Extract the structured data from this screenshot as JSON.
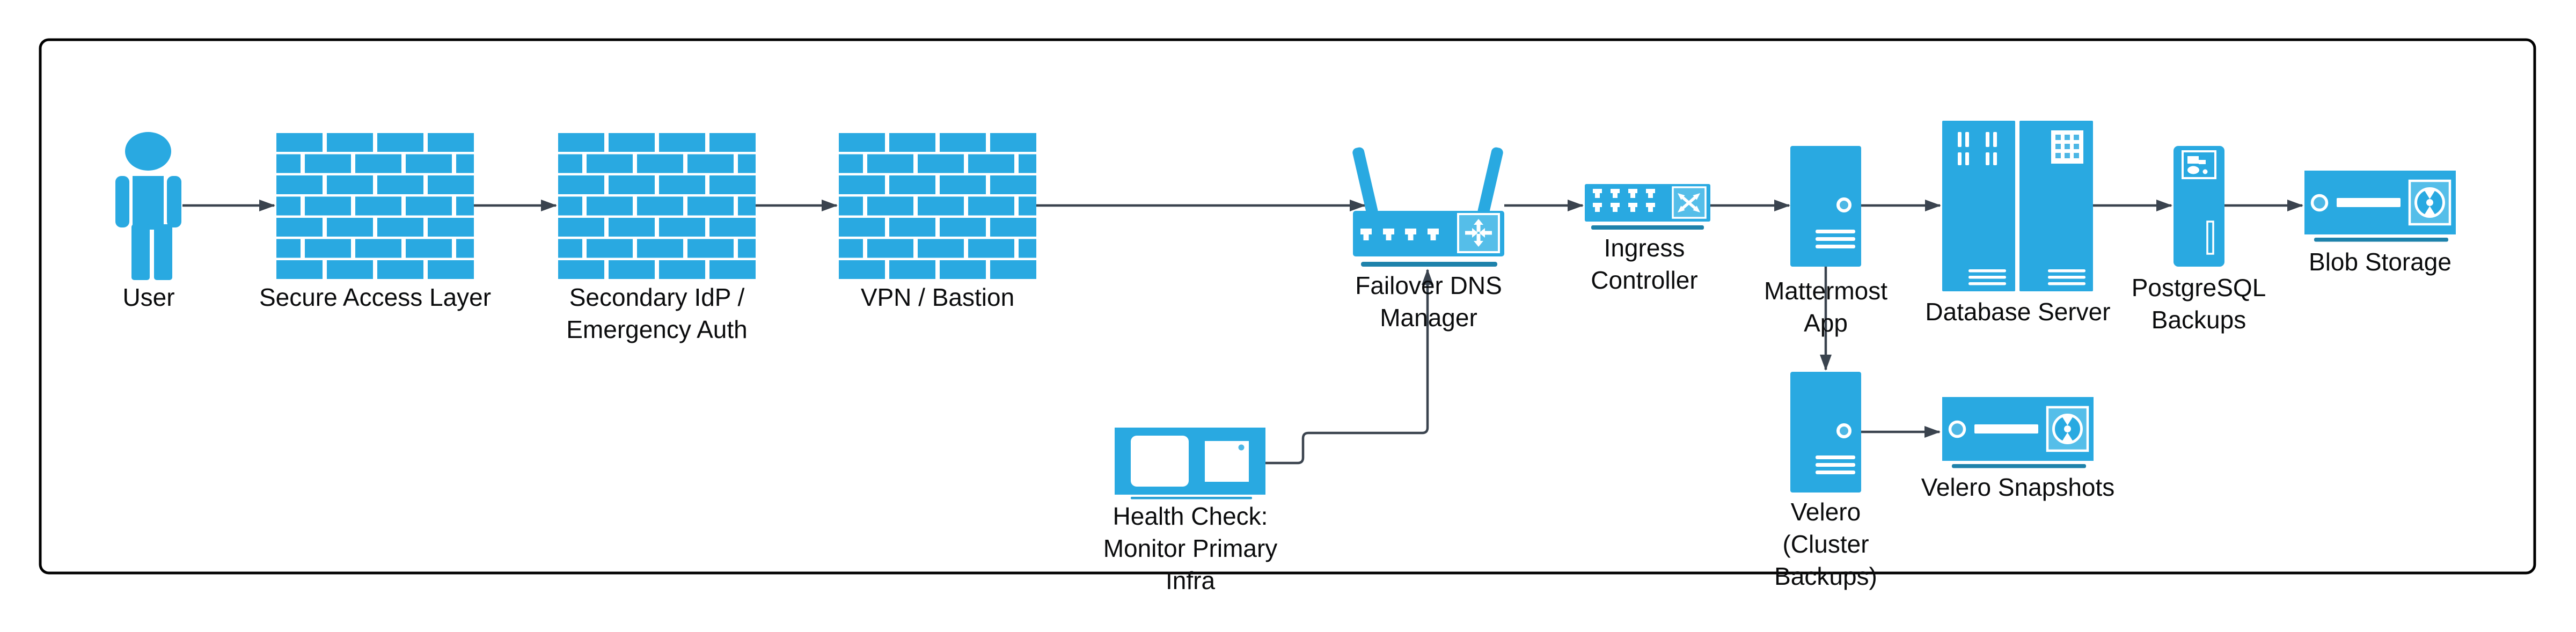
{
  "diagram": {
    "type": "infrastructure-flow-diagram",
    "colors": {
      "node_blue": "#29a9e1",
      "node_blue_light": "#55bee9",
      "node_blue_mid": "#4db7e5",
      "underline_blue": "#1e82ab",
      "underline_blue_light": "#2aa0d4",
      "arrow_gray": "#3a434e",
      "frame_black": "#000000",
      "label_text": "#0b0c0d",
      "icon_detail_white": "#ffffff"
    },
    "nodes": [
      {
        "id": "user",
        "label": "User",
        "icon": "person-icon"
      },
      {
        "id": "secure-access-layer",
        "label": "Secure Access Layer",
        "icon": "firewall-icon"
      },
      {
        "id": "secondary-idp-emergency-auth",
        "label": "Secondary IdP /\nEmergency Auth",
        "icon": "firewall-icon"
      },
      {
        "id": "vpn-bastion",
        "label": "VPN / Bastion",
        "icon": "firewall-icon"
      },
      {
        "id": "failover-dns-manager",
        "label": "Failover DNS\nManager",
        "icon": "wireless-router-icon"
      },
      {
        "id": "ingress-controller",
        "label": "Ingress\nController",
        "icon": "network-switch-icon"
      },
      {
        "id": "mattermost-app",
        "label": "Mattermost\nApp",
        "icon": "tower-server-icon"
      },
      {
        "id": "database-server",
        "label": "Database Server",
        "icon": "server-rack-icon"
      },
      {
        "id": "postgresql-backups",
        "label": "PostgreSQL\nBackups",
        "icon": "desktop-tower-icon"
      },
      {
        "id": "blob-storage",
        "label": "Blob Storage",
        "icon": "storage-appliance-icon"
      },
      {
        "id": "health-check",
        "label": "Health Check:\nMonitor Primary\nInfra",
        "icon": "health-monitor-icon"
      },
      {
        "id": "velero-cluster-backups",
        "label": "Velero\n(Cluster\nBackups)",
        "icon": "tower-server-icon"
      },
      {
        "id": "velero-snapshots",
        "label": "Velero Snapshots",
        "icon": "storage-appliance-icon"
      }
    ],
    "edges": [
      {
        "from": "user",
        "to": "secure-access-layer"
      },
      {
        "from": "secure-access-layer",
        "to": "secondary-idp-emergency-auth"
      },
      {
        "from": "secondary-idp-emergency-auth",
        "to": "vpn-bastion"
      },
      {
        "from": "vpn-bastion",
        "to": "failover-dns-manager"
      },
      {
        "from": "failover-dns-manager",
        "to": "ingress-controller"
      },
      {
        "from": "ingress-controller",
        "to": "mattermost-app"
      },
      {
        "from": "mattermost-app",
        "to": "database-server"
      },
      {
        "from": "database-server",
        "to": "postgresql-backups"
      },
      {
        "from": "postgresql-backups",
        "to": "blob-storage"
      },
      {
        "from": "mattermost-app",
        "to": "velero-cluster-backups"
      },
      {
        "from": "velero-cluster-backups",
        "to": "velero-snapshots"
      },
      {
        "from": "health-check",
        "to": "failover-dns-manager"
      }
    ]
  }
}
